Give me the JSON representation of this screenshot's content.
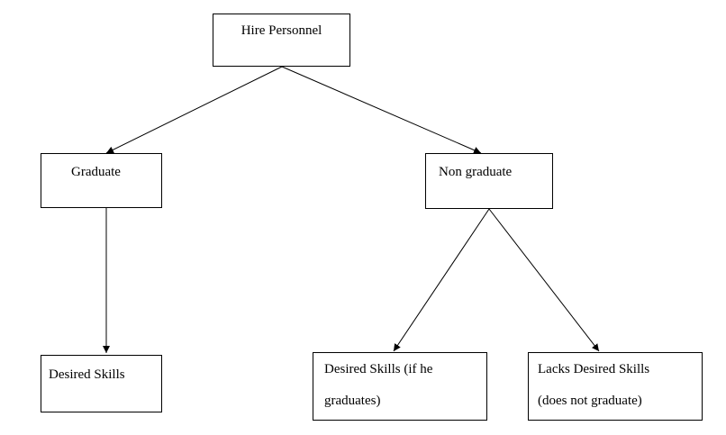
{
  "nodes": {
    "hire_personnel": {
      "label": "Hire Personnel"
    },
    "graduate": {
      "label": "Graduate"
    },
    "non_graduate": {
      "label": "Non graduate"
    },
    "desired_skills": {
      "label": "Desired Skills"
    },
    "desired_skills_if_graduates": {
      "line1": "Desired Skills (if he",
      "line2": "graduates)"
    },
    "lacks_desired_skills": {
      "line1": "Lacks Desired Skills",
      "line2": "(does not graduate)"
    }
  },
  "edges": [
    {
      "from": "hire_personnel",
      "to": "graduate"
    },
    {
      "from": "hire_personnel",
      "to": "non_graduate"
    },
    {
      "from": "graduate",
      "to": "desired_skills"
    },
    {
      "from": "non_graduate",
      "to": "desired_skills_if_graduates"
    },
    {
      "from": "non_graduate",
      "to": "lacks_desired_skills"
    }
  ],
  "colors": {
    "stroke": "#000000",
    "box_fill": "#ffffff",
    "text": "#000000"
  }
}
